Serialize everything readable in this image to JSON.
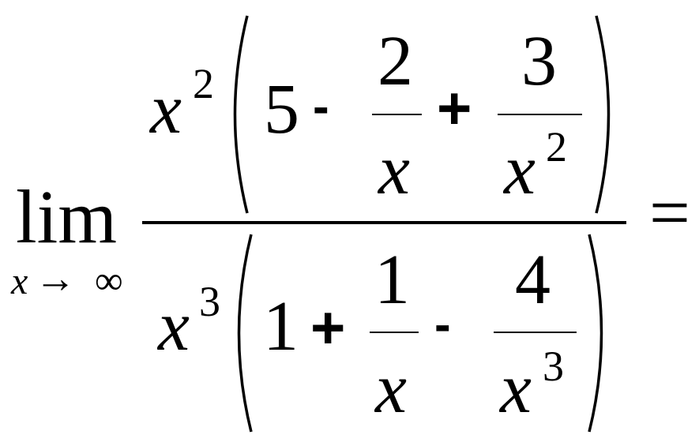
{
  "expression": {
    "limit": {
      "operator": "lim",
      "variable": "x",
      "arrow": "→",
      "target": "∞"
    },
    "numerator": {
      "base": "x",
      "exponent": "2",
      "terms": {
        "constant": "5",
        "op1": "-",
        "frac1": {
          "top": "2",
          "bottom": "x"
        },
        "op2": "+",
        "frac2": {
          "top": "3",
          "bottom_base": "x",
          "bottom_exp": "2"
        }
      }
    },
    "denominator": {
      "base": "x",
      "exponent": "3",
      "terms": {
        "constant": "1",
        "op1": "+",
        "frac1": {
          "top": "1",
          "bottom": "x"
        },
        "op2": "-",
        "frac2": {
          "top": "4",
          "bottom_base": "x",
          "bottom_exp": "3"
        }
      }
    },
    "equals": "="
  }
}
